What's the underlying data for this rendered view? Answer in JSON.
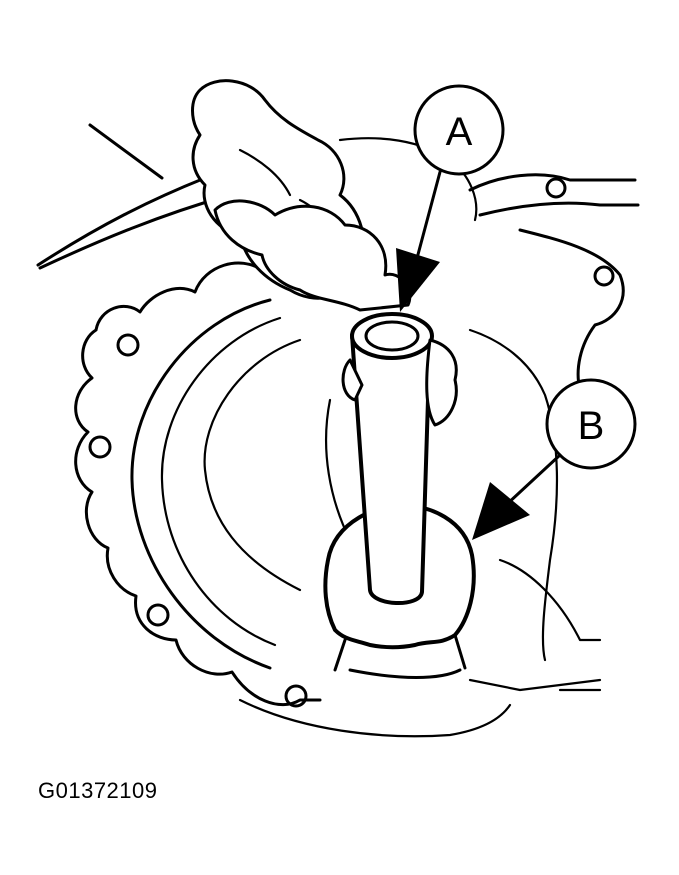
{
  "callouts": {
    "a": {
      "label": "A"
    },
    "b": {
      "label": "B"
    }
  },
  "figure_code": "G01372109",
  "icons": {
    "hammer": "hammer-icon",
    "drift": "drift-punch-icon",
    "housing": "transmission-housing-icon",
    "seal": "oil-seal-icon"
  },
  "colors": {
    "line": "#000000",
    "background": "#ffffff"
  }
}
